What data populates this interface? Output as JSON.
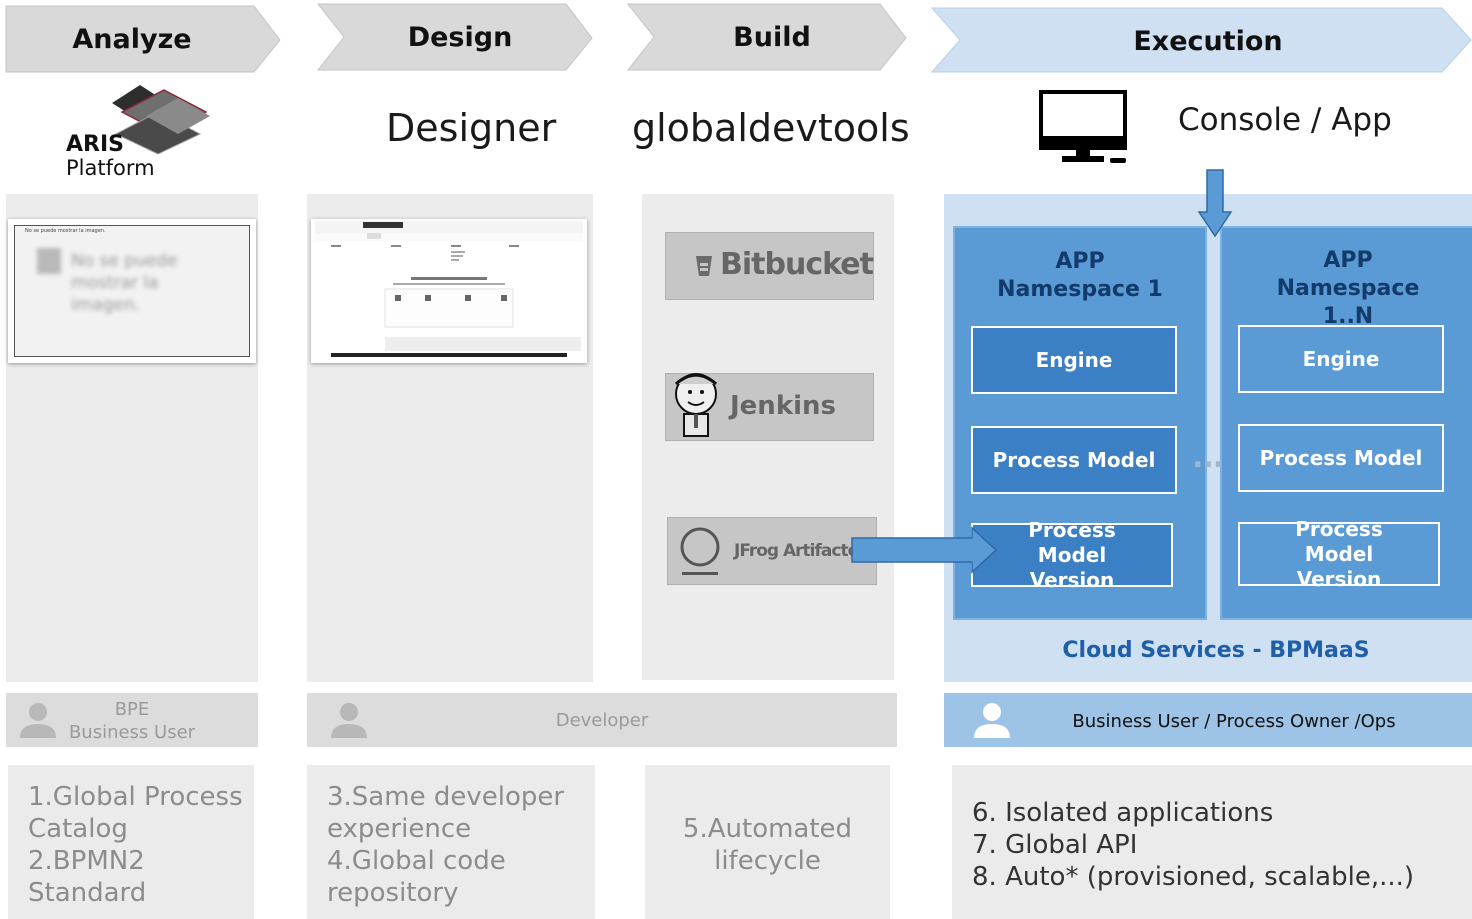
{
  "phases": {
    "analyze": "Analyze",
    "design": "Design",
    "build": "Build",
    "execution": "Execution"
  },
  "tools": {
    "aris_line1": "ARIS",
    "aris_line2": "Platform",
    "designer": "Designer",
    "globaldevtools": "globaldevtools",
    "console_app": "Console / App"
  },
  "analyze_thumb": {
    "header": "No se puede mostrar la imagen.",
    "message": "No se puede mostrar la imagen."
  },
  "build_tools": {
    "bitbucket": "Bitbucket",
    "jenkins": "Jenkins",
    "jfrog": "JFrog Artifactor"
  },
  "execution": {
    "ns1_title": "APP Namespace 1",
    "nsN_title": "APP Namespace 1..N",
    "engine": "Engine",
    "process_model": "Process Model",
    "process_model_version": "Process Model Version",
    "dots": "...",
    "cloud_services": "Cloud Services - BPMaaS"
  },
  "roles": {
    "analyze_line1": "BPE",
    "analyze_line2": "Business User",
    "developer": "Developer",
    "execution": "Business User / Process Owner /Ops"
  },
  "notes": {
    "analyze": [
      "1.Global Process",
      "Catalog",
      "2.BPMN2",
      "Standard"
    ],
    "design": [
      "3.Same developer",
      "experience",
      "4.Global code",
      "repository"
    ],
    "build": [
      "5.Automated",
      "lifecycle"
    ],
    "execution": [
      "6. Isolated applications",
      "7. Global API",
      "8. Auto* (provisioned, scalable,...)"
    ]
  },
  "colors": {
    "phase_gray": "#d9d9d9",
    "phase_blue": "#cfe0f2",
    "execution_panel": "#cfe0f2",
    "namespace_blue": "#5b9bd5",
    "inner_box_blue": "#3b7fc4",
    "arrow_blue": "#5b9bd5"
  }
}
